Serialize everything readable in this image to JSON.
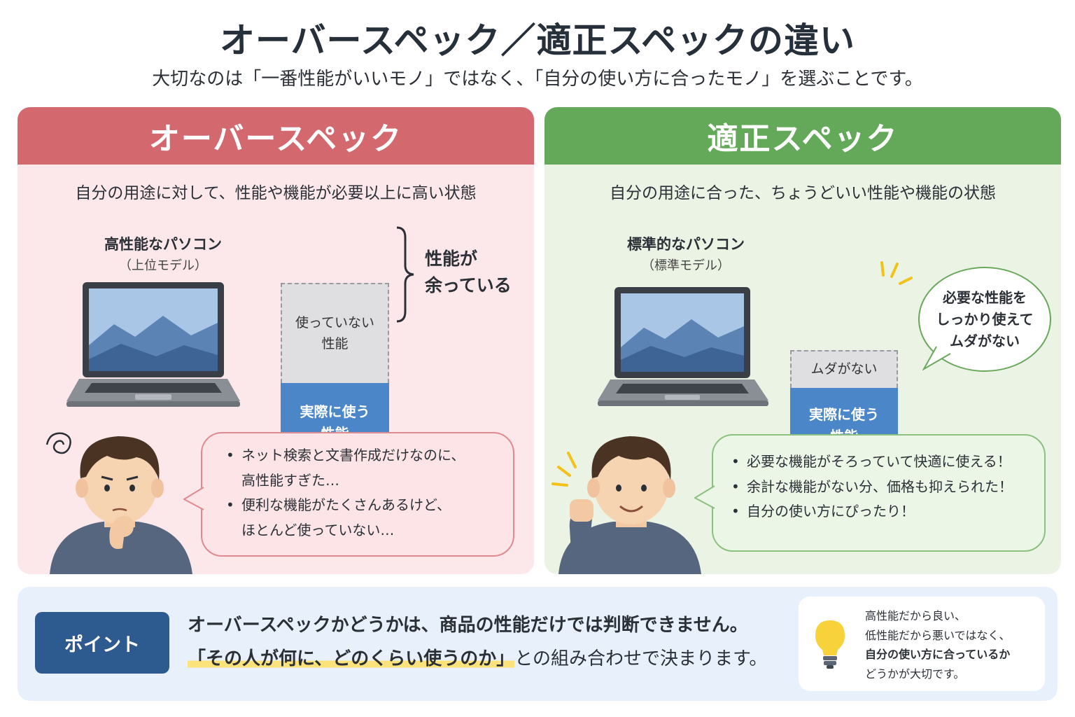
{
  "header": {
    "title": "オーバースペック／適正スペックの違い",
    "subtitle": "大切なのは「一番性能がいいモノ」ではなく、「自分の使い方に合ったモノ」を選ぶことです。"
  },
  "left_panel": {
    "heading": "オーバースペック",
    "description": "自分の用途に対して、性能や機能が必要以上に高い状態",
    "laptop_title": "高性能なパソコン",
    "laptop_subtitle": "（上位モデル）",
    "bar_unused": "使っていない\n性能",
    "bar_used": "実際に使う\n性能",
    "brace_label": "性能が\n余っている",
    "bubble_items": [
      "ネット検索と文書作成だけなのに、\n高性能すぎた…",
      "便利な機能がたくさんあるけど、\nほとんど使っていない…"
    ],
    "accent": "#d4686f"
  },
  "right_panel": {
    "heading": "適正スペック",
    "description": "自分の用途に合った、ちょうどいい性能や機能の状態",
    "laptop_title": "標準的なパソコン",
    "laptop_subtitle": "（標準モデル）",
    "bar_unused": "ムダがない",
    "bar_used": "実際に使う\n性能",
    "speech": "必要な性能を\nしっかり使えて\nムダがない",
    "bubble_items": [
      "必要な機能がそろっていて快適に使える！",
      "余計な機能がない分、価格も抑えられた！",
      "自分の使い方にぴったり！"
    ],
    "accent": "#64a85a"
  },
  "point": {
    "badge": "ポイント",
    "line1": "オーバースペックかどうかは、商品の性能だけでは判断できません。",
    "line2_highlight": "「その人が何に、どのくらい使うのか」",
    "line2_rest": "との組み合わせで決まります。",
    "tip_line1": "高性能だから良い、",
    "tip_line2": "低性能だから悪いではなく、",
    "tip_line3": "自分の使い方に合っているか",
    "tip_line4": "どうかが大切です。"
  }
}
